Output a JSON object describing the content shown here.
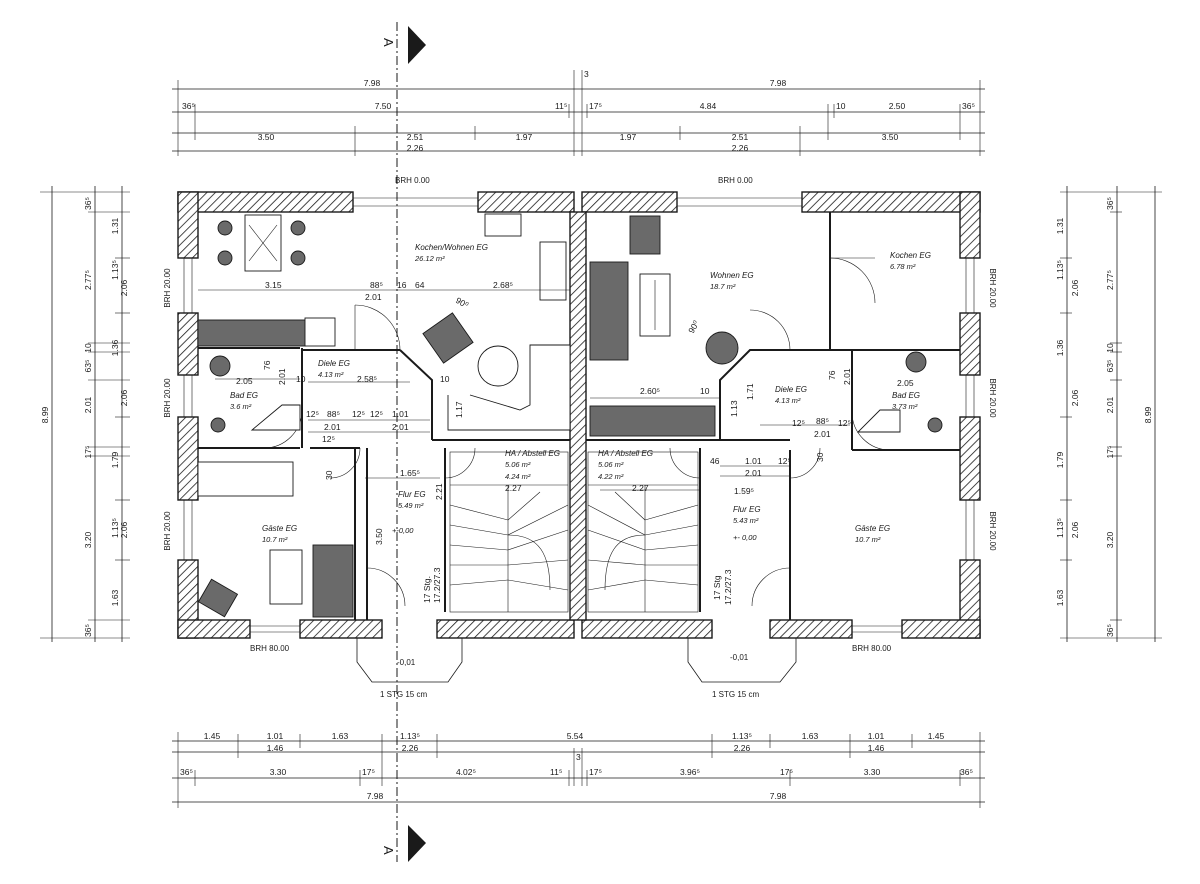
{
  "section_mark": "A",
  "dims_top": {
    "r1": [
      "7.98",
      "3",
      "7.98"
    ],
    "r2": [
      "36⁵",
      "7.50",
      "11⁵",
      "17⁵",
      "4.84",
      "10",
      "2.50",
      "36⁵"
    ],
    "r3": [
      "3.50",
      "2.51",
      "1.97",
      "1.97",
      "2.51",
      "3.50"
    ],
    "r4": [
      "2.26",
      "2.26"
    ]
  },
  "dims_bottom": {
    "r1": [
      "1.45",
      "1.01",
      "1.63",
      "1.13⁵",
      "5.54",
      "1.13⁵",
      "1.63",
      "1.01",
      "1.45"
    ],
    "r2": [
      "1.46",
      "2.26",
      "2.26",
      "1.46"
    ],
    "r3": [
      "36⁵",
      "3.30",
      "17⁵",
      "4.02⁵",
      "11⁵",
      "3",
      "17⁵",
      "3.96⁵",
      "17⁵",
      "3.30",
      "36⁵"
    ],
    "r4": [
      "7.98",
      "7.98"
    ]
  },
  "dims_left": {
    "total": "8.99",
    "r1": [
      "36⁵",
      "2.77⁵",
      "10",
      "63⁵",
      "2.01",
      "17⁵",
      "3.20",
      "36⁵"
    ],
    "r2": [
      "1.31",
      "1.13⁵",
      "2.06",
      "1.36",
      "2.06",
      "1.79",
      "1.13⁵",
      "2.06",
      "1.63"
    ]
  },
  "dims_right": {
    "total": "8.99",
    "r1": [
      "36⁵",
      "2.77⁵",
      "10",
      "63⁵",
      "2.01",
      "17⁵",
      "3.20",
      "36⁵"
    ],
    "r2": [
      "1.31",
      "1.13⁵",
      "2.06",
      "1.36",
      "2.06",
      "1.79",
      "1.13⁵",
      "2.06",
      "1.63"
    ]
  },
  "brh": {
    "top": "BRH 0.00",
    "side": "BRH 20.00",
    "bottom": "BRH 80.00"
  },
  "rooms": {
    "kochen_wohnen": {
      "name": "Kochen/Wohnen EG",
      "area": "26.12 m²"
    },
    "wohnen": {
      "name": "Wohnen EG",
      "area": "18.7 m²"
    },
    "kochen": {
      "name": "Kochen EG",
      "area": "6.78 m²"
    },
    "diele_l": {
      "name": "Diele EG",
      "area": "4.13 m²"
    },
    "diele_r": {
      "name": "Diele EG",
      "area": "4.13 m²"
    },
    "bad_l": {
      "name": "Bad EG",
      "area": "3.6 m²"
    },
    "bad_r": {
      "name": "Bad EG",
      "area": "3.73 m²"
    },
    "ha_l": {
      "name": "HA / Abstell EG",
      "area": "5.06 m²",
      "area2": "4.24 m²"
    },
    "ha_r": {
      "name": "HA / Abstell EG",
      "area": "5.06 m²",
      "area2": "4.22 m²"
    },
    "flur_l": {
      "name": "Flur EG",
      "area": "5.49 m²",
      "level": "+-0,00"
    },
    "flur_r": {
      "name": "Flur EG",
      "area": "5.43 m²",
      "level": "+- 0,00"
    },
    "gaeste_l": {
      "name": "Gäste EG",
      "area": "10.7 m²"
    },
    "gaeste_r": {
      "name": "Gäste EG",
      "area": "10.7 m²"
    }
  },
  "interior_dims_left": [
    "3.15",
    "88⁵",
    "16",
    "64",
    "2.68⁵",
    "2.01",
    "90⁰",
    "10",
    "2.05",
    "76",
    "2.01",
    "2.58⁵",
    "10",
    "1.17",
    "88⁵",
    "12⁵",
    "12⁵",
    "1.01",
    "2.01",
    "2.01",
    "12⁵",
    "12⁵",
    "30",
    "1.65⁵",
    "2.21",
    "2.27",
    "3.50",
    "17 Stg.",
    "17.2/27.3"
  ],
  "interior_dims_right": [
    "90⁰",
    "2.60⁵",
    "10",
    "1.13",
    "1.71",
    "76",
    "2.01",
    "2.05",
    "88⁵",
    "12⁵",
    "12⁵",
    "2.01",
    "30",
    "46",
    "1.01",
    "2.01",
    "12⁵",
    "2.27",
    "1.59⁵",
    "17 Stg",
    "17.2/27.3"
  ],
  "entry_left": {
    "level": "-0,01",
    "step": "1 STG 15 cm"
  },
  "entry_right": {
    "level": "-0,01",
    "step": "1 STG 15 cm"
  }
}
